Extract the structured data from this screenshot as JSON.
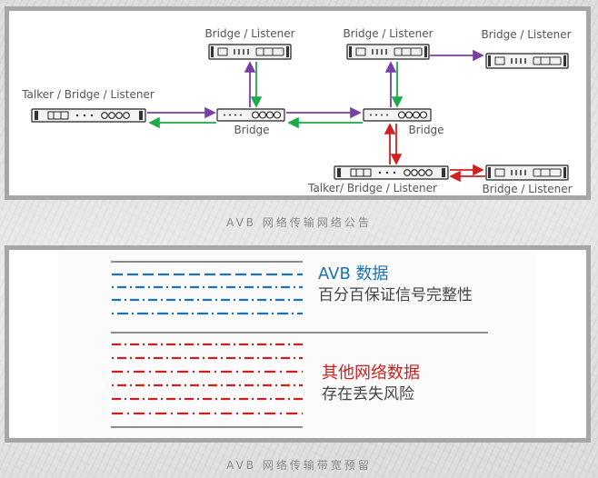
{
  "network": {
    "labels": {
      "bridge_listener_top1": "Bridge / Listener",
      "bridge_listener_top2": "Bridge / Listener",
      "bridge_listener_top3": "Bridge / Listener",
      "talker_bridge_listener": "Talker / Bridge / Listener",
      "bridge_left": "Bridge",
      "bridge_right": "Bridge",
      "talker_bottom": "Talker/ Bridge / Listener",
      "bridge_listener_bottom": "Bridge / Listener"
    },
    "colors": {
      "purple": "#7a3fa3",
      "green": "#1aaa4a",
      "red": "#d42020"
    }
  },
  "caption1": "AVB 网络传输网络公告",
  "bandwidth": {
    "avb_title": "AVB 数据",
    "avb_desc": "百分百保证信号完整性",
    "other_title": "其他网络数据",
    "other_desc": "存在丢失风险",
    "colors": {
      "avb": "#1a73b8",
      "other": "#cc1f1f",
      "line": "#8c8c8c"
    }
  },
  "caption2": "AVB 网络传输带宽预留"
}
